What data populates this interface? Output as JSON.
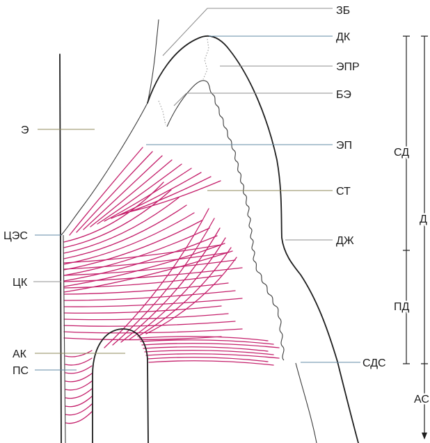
{
  "diagram": {
    "labels": {
      "zb": "ЗБ",
      "dk": "ДК",
      "epr": "ЭПР",
      "be": "БЭ",
      "ep": "ЭП",
      "st": "СТ",
      "dzh": "ДЖ",
      "sds": "СДС",
      "e": "Э",
      "tses": "ЦЭС",
      "tsk": "ЦК",
      "ak": "АК",
      "ps": "ПС",
      "sd": "СД",
      "d": "Д",
      "pd": "ПД",
      "as": "АС"
    },
    "colors": {
      "outline": "#1e1e1e",
      "fibers": "#c41e6a",
      "leader_gray": "#8c8c8c",
      "leader_blue": "#5f8aa6",
      "leader_olive": "#8f8a5a"
    }
  }
}
